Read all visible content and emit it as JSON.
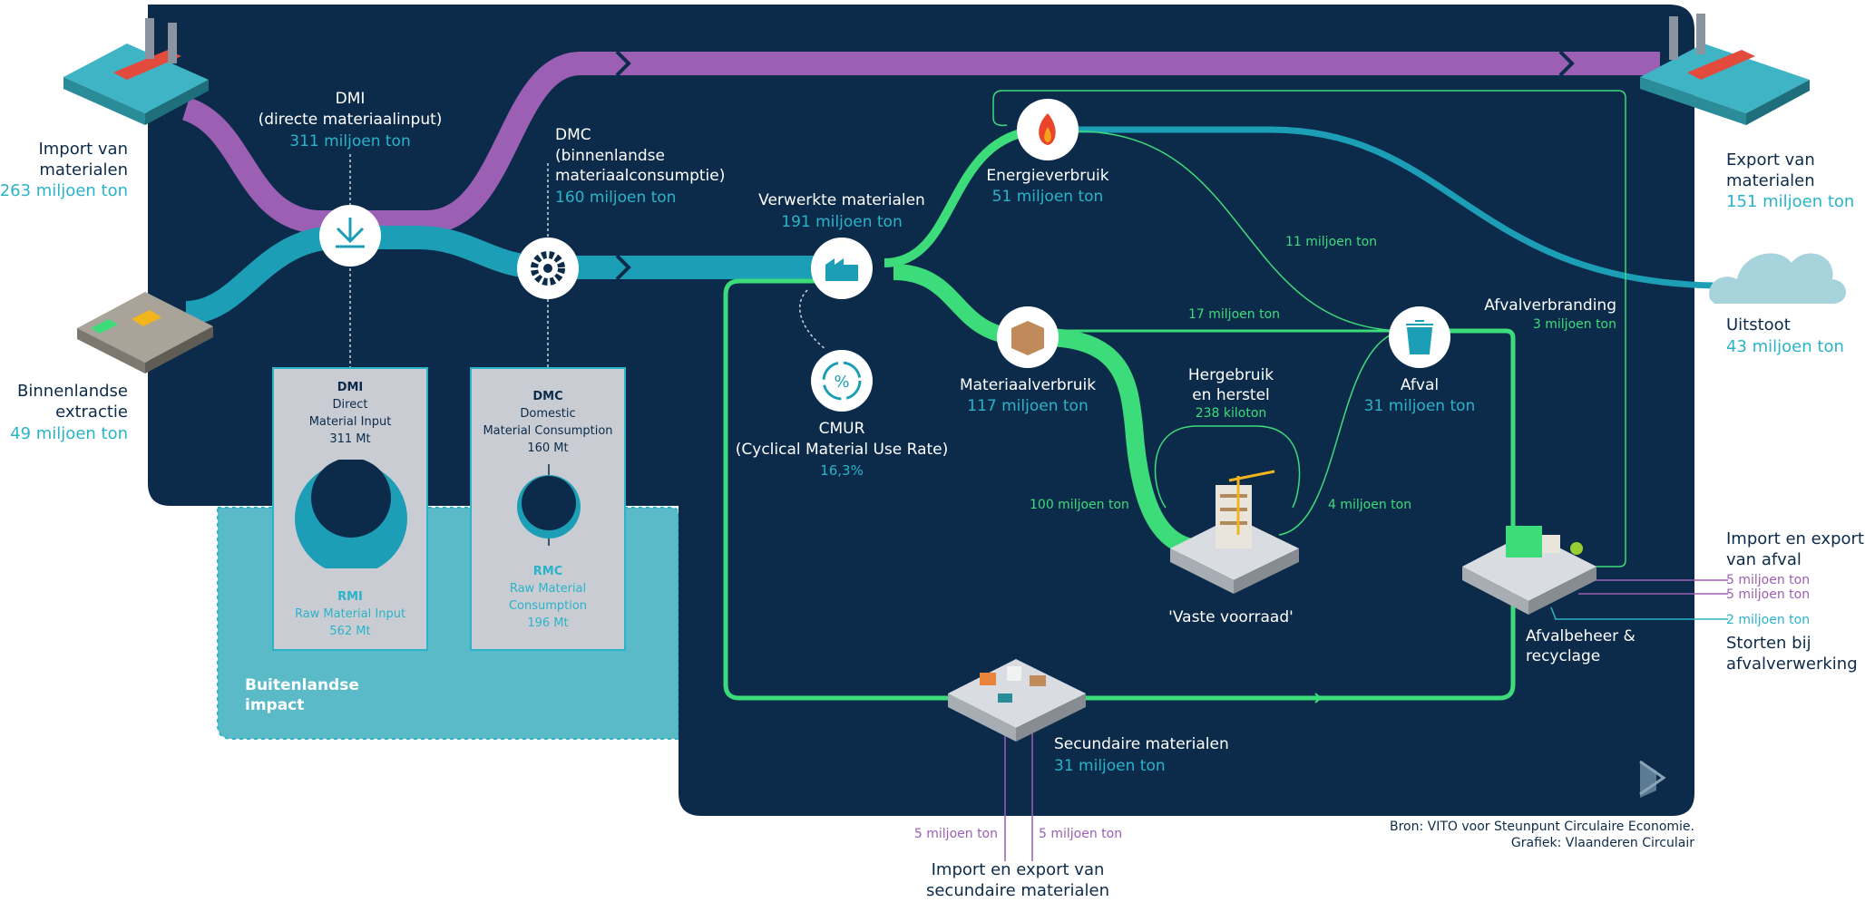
{
  "import_materials": {
    "label": [
      "Import van",
      "materialen"
    ],
    "value": "263 miljoen ton"
  },
  "domestic_extraction": {
    "label": [
      "Binnenlandse",
      "extractie"
    ],
    "value": "49 miljoen ton"
  },
  "dmi": {
    "title": "DMI",
    "subtitle": "(directe materiaalinput)",
    "value": "311 miljoen ton"
  },
  "dmc": {
    "title": "DMC",
    "subtitle": [
      "(binnenlandse",
      "materiaalconsumptie)"
    ],
    "value": "160 miljoen ton"
  },
  "processed": {
    "label": "Verwerkte materialen",
    "value": "191 miljoen ton"
  },
  "energy": {
    "label": "Energieverbruik",
    "value": "51 miljoen ton"
  },
  "material_use": {
    "label": "Materiaalverbruik",
    "value": "117 miljoen ton"
  },
  "cmur": {
    "title": "CMUR",
    "subtitle": "(Cyclical Material Use Rate)",
    "value": "16,3%"
  },
  "reuse": {
    "label": [
      "Hergebruik",
      "en herstel"
    ],
    "value": "238 kiloton"
  },
  "waste": {
    "label": "Afval",
    "value": "31 miljoen ton"
  },
  "stock": {
    "label": "'Vaste voorraad'"
  },
  "incineration": {
    "label": "Afvalverbranding",
    "value": "3 miljoen ton"
  },
  "export_materials": {
    "label": [
      "Export van",
      "materialen"
    ],
    "value": "151 miljoen ton"
  },
  "emissions": {
    "label": "Uitstoot",
    "value": "43 miljoen ton"
  },
  "waste_trade": {
    "label": [
      "Import en export",
      "van afval"
    ],
    "import_value": "5 miljoen ton",
    "export_value": "5 miljoen ton"
  },
  "landfill": {
    "value": "2 miljoen ton",
    "label": [
      "Storten bij",
      "afvalverwerking"
    ]
  },
  "waste_mgmt": {
    "label": [
      "Afvalbeheer &",
      "recyclage"
    ]
  },
  "secondary": {
    "label": "Secundaire materialen",
    "value": "31 miljoen ton"
  },
  "secondary_trade": {
    "left_value": "5 miljoen ton",
    "right_value": "5 miljoen ton",
    "label": [
      "Import en export van",
      "secundaire materialen"
    ]
  },
  "flows": {
    "energy_to_waste": "11 miljoen ton",
    "material_to_waste": "17 miljoen ton",
    "material_to_stock": "100 miljoen ton",
    "stock_to_waste": "4 miljoen ton"
  },
  "foreign_impact": {
    "label": [
      "Buitenlandse",
      "impact"
    ]
  },
  "dmi_box": {
    "title": "DMI",
    "lines": [
      "Direct",
      "Material Input"
    ],
    "value": "311 Mt",
    "bottom_title": "RMI",
    "bottom_lines": [
      "Raw Material Input"
    ],
    "bottom_value": "562 Mt"
  },
  "dmc_box": {
    "title": "DMC",
    "lines": [
      "Domestic",
      "Material Consumption"
    ],
    "value": "160 Mt",
    "bottom_title": "RMC",
    "bottom_lines": [
      "Raw Material",
      "Consumption"
    ],
    "bottom_value": "196 Mt"
  },
  "source": [
    "Bron: VITO voor Steunpunt Circulaire Economie.",
    "Grafiek: Vlaanderen Circulair"
  ],
  "colors": {
    "navy": "#0c2b4a",
    "teal": "#2ab3c9",
    "light_teal": "#5bbac8",
    "green": "#3ddc7a",
    "purple": "#9b5fb3",
    "box_grey": "#c9cdd3"
  },
  "icons": [
    "port-icon",
    "mine-icon",
    "import-icon",
    "gear-icon",
    "factory-icon",
    "fire-icon",
    "box-icon",
    "recycle-percent-icon",
    "trash-icon",
    "cloud-icon",
    "building-icon",
    "recycling-plant-icon",
    "secondary-materials-icon",
    "vlaanderen-logo-icon"
  ]
}
